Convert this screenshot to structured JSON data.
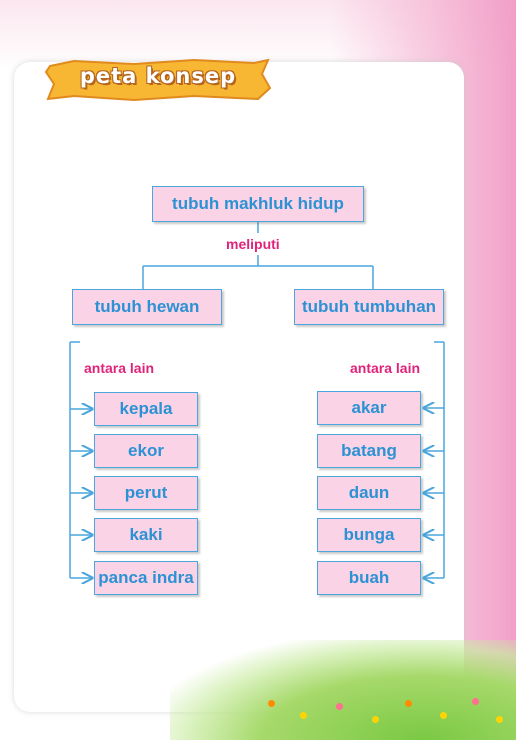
{
  "header": {
    "title": "peta konsep"
  },
  "concept_map": {
    "root": "tubuh makhluk hidup",
    "connector": "meliputi",
    "left": {
      "label": "tubuh hewan",
      "connector": "antara lain",
      "items": [
        "kepala",
        "ekor",
        "perut",
        "kaki",
        "panca indra"
      ]
    },
    "right": {
      "label": "tubuh tumbuhan",
      "connector": "antara lain",
      "items": [
        "akar",
        "batang",
        "daun",
        "bunga",
        "buah"
      ]
    }
  },
  "colors": {
    "box_fill": "#fbd3e6",
    "box_border": "#4aa6dc",
    "box_text": "#2c92d4",
    "connector_text": "#e0237a",
    "title_banner": "#f7b733"
  }
}
